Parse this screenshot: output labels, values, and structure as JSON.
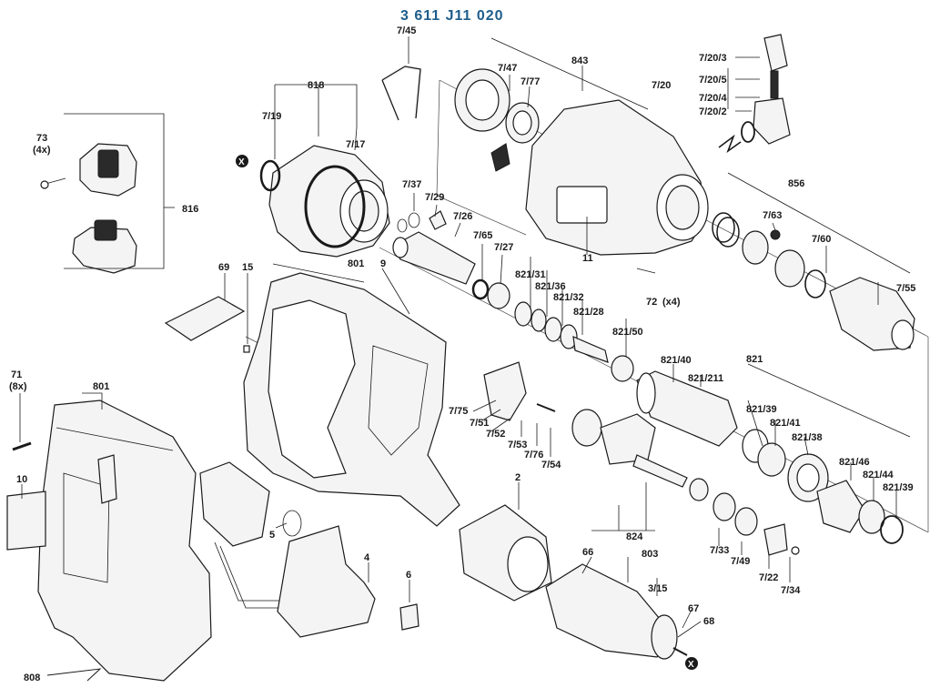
{
  "title": "3 611 J11 020",
  "callouts": [
    {
      "id": "7_45",
      "text": "7/45"
    },
    {
      "id": "818",
      "text": "818"
    },
    {
      "id": "7_19",
      "text": "7/19"
    },
    {
      "id": "7_17",
      "text": "7/17"
    },
    {
      "id": "73",
      "text": "73"
    },
    {
      "id": "73_qty",
      "text": "(4x)"
    },
    {
      "id": "816",
      "text": "816"
    },
    {
      "id": "7_47",
      "text": "7/47"
    },
    {
      "id": "7_77",
      "text": "7/77"
    },
    {
      "id": "843",
      "text": "843"
    },
    {
      "id": "7_20_3",
      "text": "7/20/3"
    },
    {
      "id": "7_20_5",
      "text": "7/20/5"
    },
    {
      "id": "7_20",
      "text": "7/20"
    },
    {
      "id": "7_20_4",
      "text": "7/20/4"
    },
    {
      "id": "7_20_2",
      "text": "7/20/2"
    },
    {
      "id": "7_37",
      "text": "7/37"
    },
    {
      "id": "7_29",
      "text": "7/29"
    },
    {
      "id": "7_26",
      "text": "7/26"
    },
    {
      "id": "856",
      "text": "856"
    },
    {
      "id": "7_63",
      "text": "7/63"
    },
    {
      "id": "69",
      "text": "69"
    },
    {
      "id": "15",
      "text": "15"
    },
    {
      "id": "801_top",
      "text": "801"
    },
    {
      "id": "9",
      "text": "9"
    },
    {
      "id": "7_65",
      "text": "7/65"
    },
    {
      "id": "7_27",
      "text": "7/27"
    },
    {
      "id": "11",
      "text": "11"
    },
    {
      "id": "7_60",
      "text": "7/60"
    },
    {
      "id": "821_31",
      "text": "821/31"
    },
    {
      "id": "821_36",
      "text": "821/36"
    },
    {
      "id": "821_32",
      "text": "821/32"
    },
    {
      "id": "821_28",
      "text": "821/28"
    },
    {
      "id": "72",
      "text": "72"
    },
    {
      "id": "72_qty",
      "text": "(x4)"
    },
    {
      "id": "7_55",
      "text": "7/55"
    },
    {
      "id": "821_50",
      "text": "821/50"
    },
    {
      "id": "71",
      "text": "71"
    },
    {
      "id": "71_qty",
      "text": "(8x)"
    },
    {
      "id": "801_left",
      "text": "801"
    },
    {
      "id": "821_40",
      "text": "821/40"
    },
    {
      "id": "821",
      "text": "821"
    },
    {
      "id": "821_211",
      "text": "821/211"
    },
    {
      "id": "7_75",
      "text": "7/75"
    },
    {
      "id": "7_51",
      "text": "7/51"
    },
    {
      "id": "7_52",
      "text": "7/52"
    },
    {
      "id": "7_53",
      "text": "7/53"
    },
    {
      "id": "7_76",
      "text": "7/76"
    },
    {
      "id": "7_54",
      "text": "7/54"
    },
    {
      "id": "821_39_a",
      "text": "821/39"
    },
    {
      "id": "821_41",
      "text": "821/41"
    },
    {
      "id": "821_38",
      "text": "821/38"
    },
    {
      "id": "821_46",
      "text": "821/46"
    },
    {
      "id": "821_44",
      "text": "821/44"
    },
    {
      "id": "821_39_b",
      "text": "821/39"
    },
    {
      "id": "10",
      "text": "10"
    },
    {
      "id": "2",
      "text": "2"
    },
    {
      "id": "5",
      "text": "5"
    },
    {
      "id": "824",
      "text": "824"
    },
    {
      "id": "4",
      "text": "4"
    },
    {
      "id": "66",
      "text": "66"
    },
    {
      "id": "803",
      "text": "803"
    },
    {
      "id": "7_33",
      "text": "7/33"
    },
    {
      "id": "7_49",
      "text": "7/49"
    },
    {
      "id": "7_22",
      "text": "7/22"
    },
    {
      "id": "7_34",
      "text": "7/34"
    },
    {
      "id": "6",
      "text": "6"
    },
    {
      "id": "3_15",
      "text": "3/15"
    },
    {
      "id": "67",
      "text": "67"
    },
    {
      "id": "68",
      "text": "68"
    },
    {
      "id": "808",
      "text": "808"
    }
  ],
  "markers": [
    {
      "id": "x_top",
      "symbol": "X"
    },
    {
      "id": "x_bottom",
      "symbol": "X"
    }
  ]
}
